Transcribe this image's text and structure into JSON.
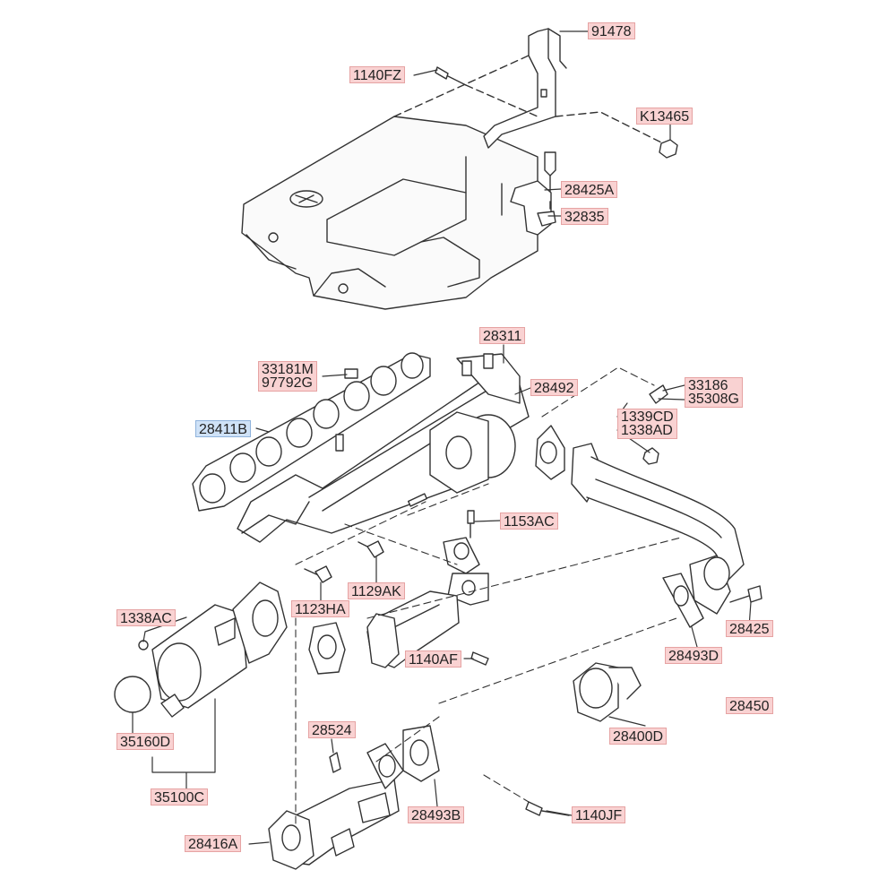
{
  "colors": {
    "label_fill": "#f9d2d2",
    "label_border": "#e6a3a3",
    "selected_fill": "#cfe2f7",
    "selected_border": "#8fb3dc",
    "line": "#333333"
  },
  "labels": {
    "p91478": "91478",
    "p1140FZ": "1140FZ",
    "pK13465": "K13465",
    "p28425A": "28425A",
    "p32835": "32835",
    "p28311": "28311",
    "p33181M": "33181M",
    "p97792G": "97792G",
    "p28492": "28492",
    "p33186": "33186",
    "p35308G": "35308G",
    "p1339CD": "1339CD",
    "p1338AD": "1338AD",
    "p28411B": "28411B",
    "p1153AC": "1153AC",
    "p1129AK": "1129AK",
    "p1123HA": "1123HA",
    "p1338AC": "1338AC",
    "p28425": "28425",
    "p1140AF": "1140AF",
    "p28493D": "28493D",
    "p28450": "28450",
    "p35160D": "35160D",
    "p28400D": "28400D",
    "p28524": "28524",
    "p35100C": "35100C",
    "p28493B": "28493B",
    "p1140JF": "1140JF",
    "p28416A": "28416A"
  }
}
